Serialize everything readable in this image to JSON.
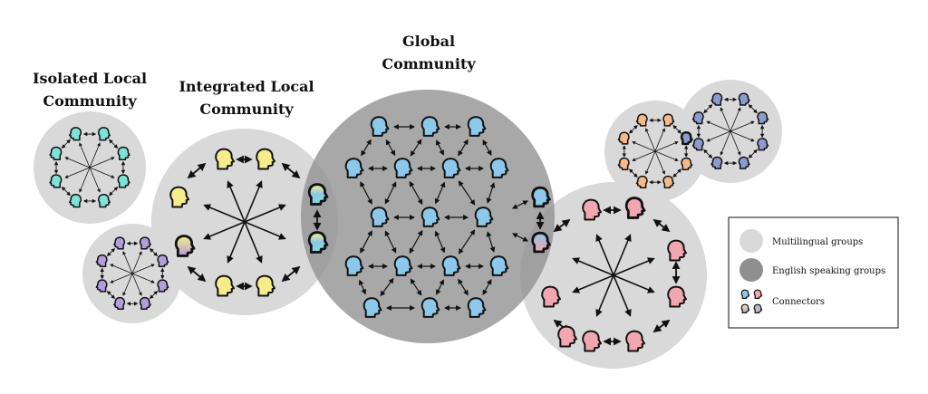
{
  "titles": {
    "isolated_line1": "Isolated Local",
    "isolated_line2": "Community",
    "integrated_line1": "Integrated Local",
    "integrated_line2": "Community",
    "global_line1": "Global",
    "global_line2": "Community"
  },
  "legend": {
    "multilingual": "Multilingual groups",
    "english": "English speaking groups",
    "connectors": "Connectors"
  },
  "colors": {
    "multilingual_circle": "#d9d9d9",
    "english_circle": "#8f8f8f",
    "teal": "#7de3d4",
    "purple": "#b39ddb",
    "yellow": "#f6ec8c",
    "blue": "#8cc8ea",
    "pink": "#f2a7b0",
    "orange": "#f7b98a",
    "navy": "#8d9bd1"
  }
}
